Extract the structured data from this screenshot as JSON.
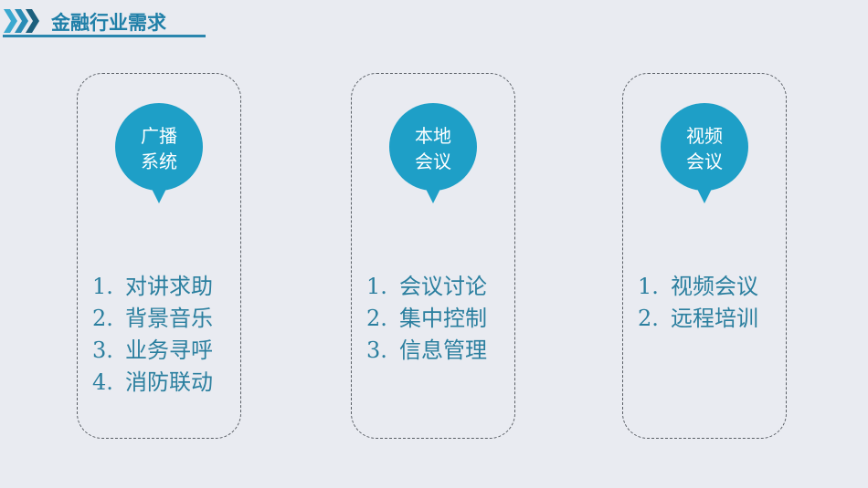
{
  "header": {
    "title": "金融行业需求",
    "icon": "triple-chevron-right-icon",
    "accent_color": "#1f7fa8"
  },
  "colors": {
    "background": "#e9ebf1",
    "pin": "#1e9fc7",
    "list_text": "#2b7f9f",
    "card_border": "#5a5f66"
  },
  "cards": [
    {
      "pin_line1": "广播",
      "pin_line2": "系统",
      "items": [
        {
          "num": "1.",
          "text": "对讲求助"
        },
        {
          "num": "2.",
          "text": "背景音乐"
        },
        {
          "num": "3.",
          "text": "业务寻呼"
        },
        {
          "num": "4.",
          "text": "消防联动"
        }
      ]
    },
    {
      "pin_line1": "本地",
      "pin_line2": "会议",
      "items": [
        {
          "num": "1.",
          "text": "会议讨论"
        },
        {
          "num": "2.",
          "text": "集中控制"
        },
        {
          "num": "3.",
          "text": "信息管理"
        }
      ]
    },
    {
      "pin_line1": "视频",
      "pin_line2": "会议",
      "items": [
        {
          "num": "1.",
          "text": "视频会议"
        },
        {
          "num": "2.",
          "text": "远程培训"
        }
      ]
    }
  ]
}
